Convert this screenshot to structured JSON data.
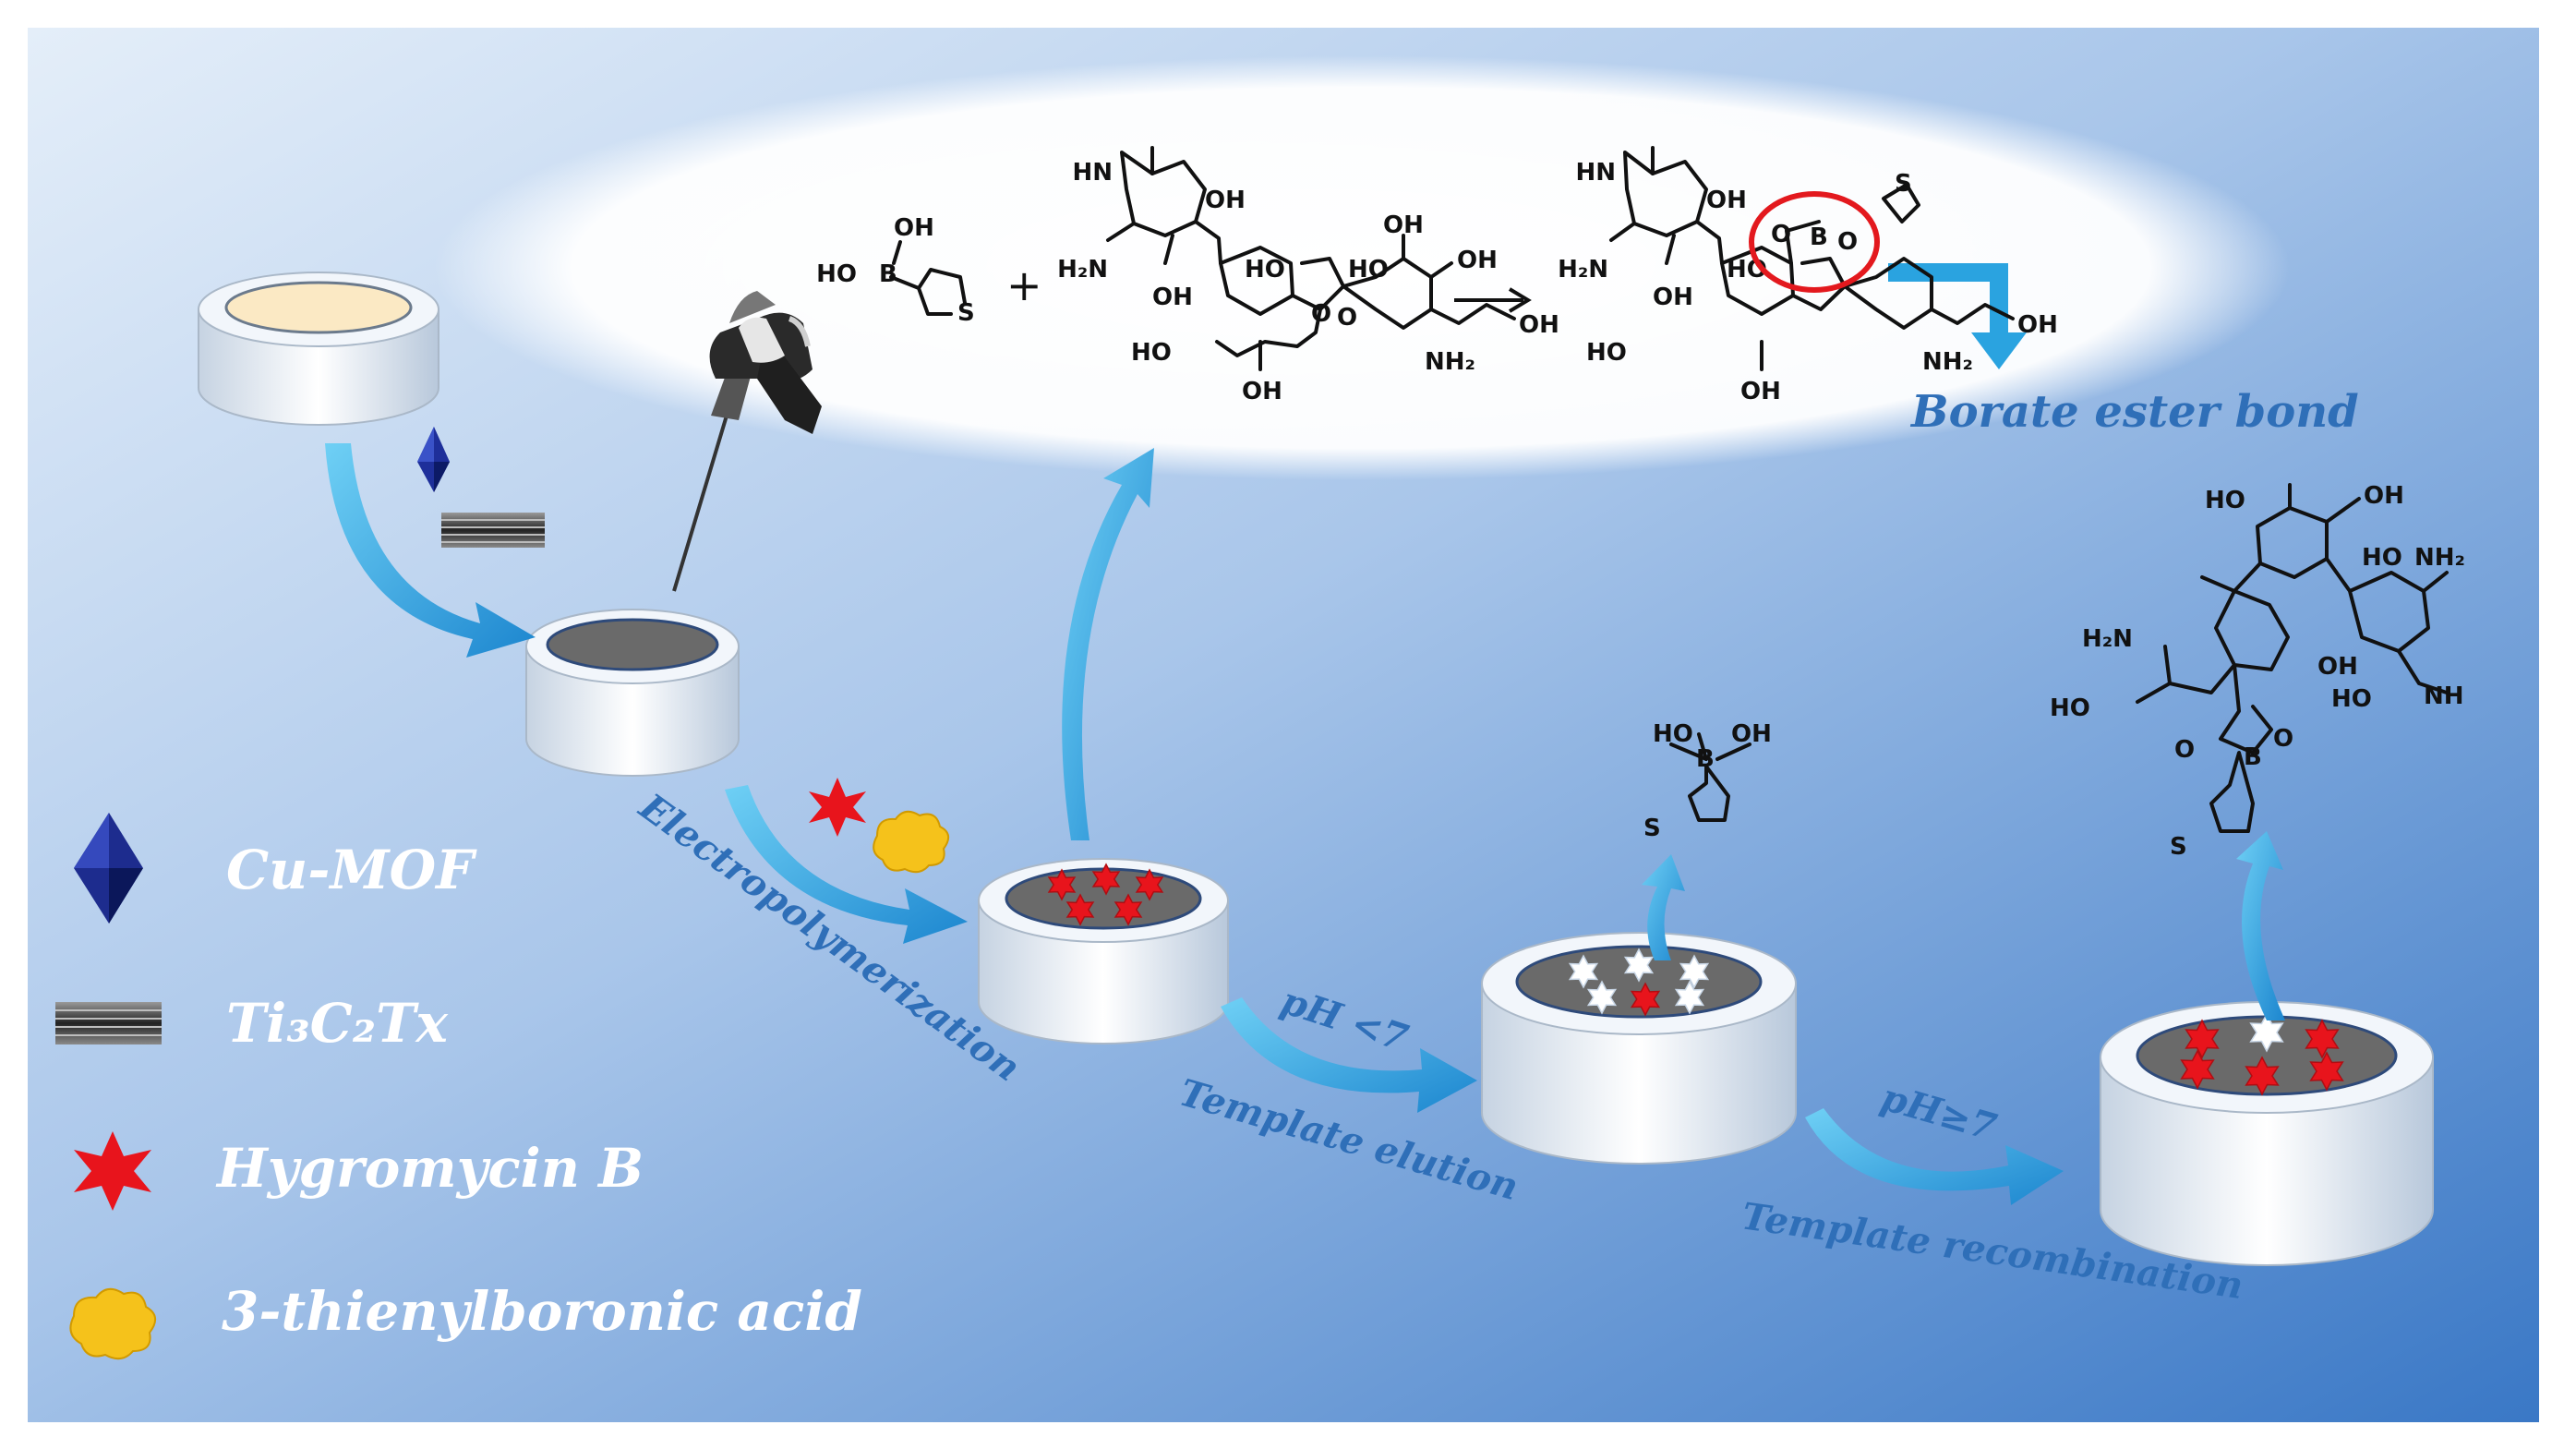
{
  "legend": {
    "items": [
      {
        "icon": "octahedron-icon",
        "label": "Cu-MOF"
      },
      {
        "icon": "layered-sheet-icon",
        "label": "Ti₃C₂Tx"
      },
      {
        "icon": "red-star-icon",
        "label": "Hygromycin B"
      },
      {
        "icon": "yellow-blob-icon",
        "label": "3-thienylboronic acid"
      }
    ]
  },
  "steps": {
    "electropolymerization": "Electropolymerization",
    "ph_low": "pH <7",
    "template_elution": "Template elution",
    "ph_high": "pH≥7",
    "template_recombination": "Template recombination"
  },
  "reaction": {
    "plus": "+",
    "bond_label": "Borate ester bond"
  },
  "chem_labels": {
    "oh": "OH",
    "ho": "HO",
    "b": "B",
    "s": "S",
    "hn": "HN",
    "nh": "NH",
    "h2n": "H₂N",
    "nh2": "NH₂",
    "o": "O"
  },
  "colors": {
    "background_top": "#d9e8f7",
    "background_bottom": "#3b78c7",
    "arrow": "#2aa3e0",
    "star": "#e8141c",
    "blob": "#f5c21b",
    "highlight": "#e3191e",
    "label_blue": "#2f6fb8"
  }
}
